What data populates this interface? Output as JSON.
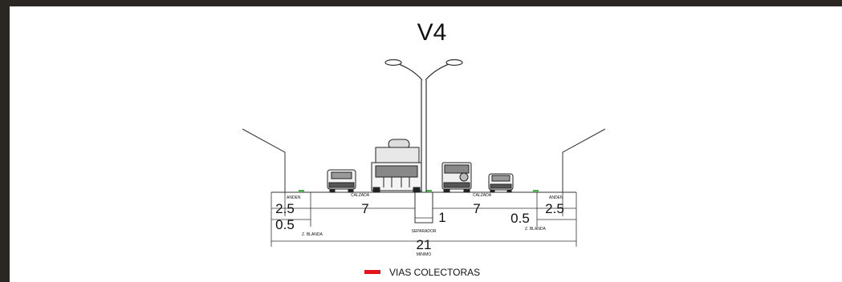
{
  "title": "V4",
  "labels": {
    "anden_left": "ANDEN",
    "calzada_left": "CALZADA",
    "calzada_right": "CALZADA",
    "anden_right": "ANDEN",
    "separador": "SEPARADOR",
    "z_blanda_left": "Z. BLANDA",
    "z_blanda_right": "Z. BLANDA",
    "minimo": "MINIMO"
  },
  "dimensions": {
    "anden_left": "2.5",
    "z_blanda_left": "0.5",
    "calzada_left": "7",
    "separador": "1",
    "calzada_right": "7",
    "z_blanda_right": "0.5",
    "anden_right": "2.5",
    "total": "21"
  },
  "legend": {
    "label": "VIAS COLECTORAS",
    "color": "#e3141b"
  }
}
